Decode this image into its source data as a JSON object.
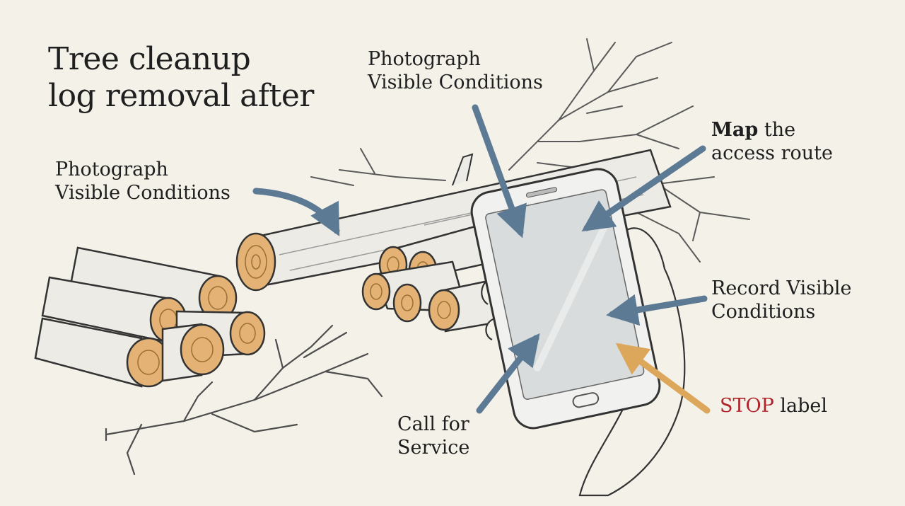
{
  "title": {
    "line1": "Tree cleanup",
    "line2": "log removal after"
  },
  "labels": {
    "photograph_left": {
      "line1": "Photograph",
      "line2": "Visible Conditions"
    },
    "photograph_top": {
      "line1": "Photograph",
      "line2": "Visible Conditions"
    },
    "map_route": {
      "bold": "Map",
      "rest": " the",
      "line2": "access route"
    },
    "record_conditions": {
      "line1": "Record Visible",
      "line2": "Conditions"
    },
    "stop_label": {
      "red": "STOP",
      "rest": " label"
    },
    "call_service": {
      "line1": "Call for",
      "line2": "Service"
    }
  },
  "colors": {
    "background": "#f3f1e8",
    "arrow_blue": "#5d7a94",
    "arrow_orange": "#dca65b",
    "log_end": "#e3b274",
    "stop_red": "#b0232a"
  },
  "icons": [
    "log-pile-icon",
    "branch-icon",
    "smartphone-icon",
    "hand-icon"
  ]
}
